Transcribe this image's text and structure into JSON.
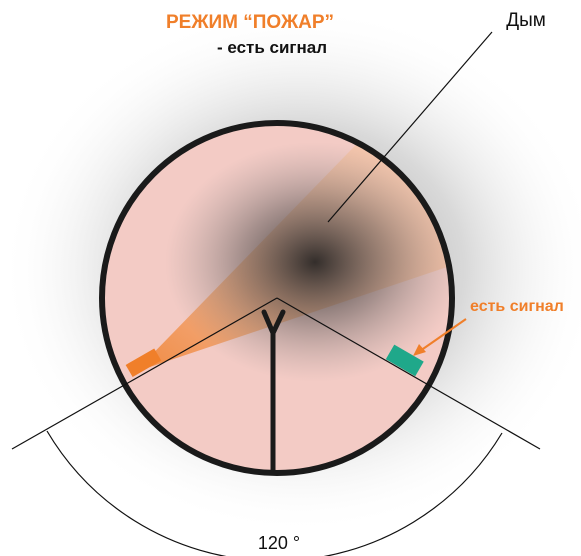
{
  "title": "РЕЖИМ “ПОЖАР”",
  "subtitle": "- есть сигнал",
  "smoke_label": "Дым",
  "receiver_label": "есть сигнал",
  "angle_label": "120 °",
  "colors": {
    "title": "#f07f2a",
    "subtitle": "#111111",
    "chamber_fill": "#f3cbc5",
    "chamber_outline": "#1a1a1a",
    "emitter": "#f07f2a",
    "beam": "#f3a56e",
    "receiver": "#1fa88a",
    "receiver_arrow": "#f07f2a",
    "smoke": "#3a3a3a"
  }
}
